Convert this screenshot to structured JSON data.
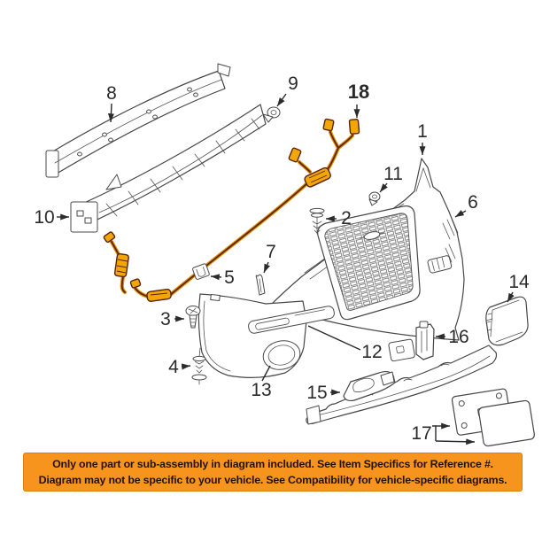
{
  "diagram": {
    "callouts": {
      "n1": "1",
      "n2": "2",
      "n3": "3",
      "n4": "4",
      "n5": "5",
      "n6": "6",
      "n7": "7",
      "n8": "8",
      "n9": "9",
      "n10": "10",
      "n11": "11",
      "n12": "12",
      "n13": "13",
      "n14": "14",
      "n15": "15",
      "n16": "16",
      "n17": "17",
      "n18": "18"
    },
    "banner": {
      "line1": "Only one part or sub-assembly in diagram included. See Item Specifics for Reference #.",
      "line2": "Diagram may not be specific to your vehicle. See Compatibility for vehicle-specific diagrams."
    },
    "colors": {
      "banner_bg": "#F7941E",
      "banner_text": "#241303",
      "line_art": "#474747",
      "harness_wire": "#5E2408",
      "harness_sheath": "#E08E00",
      "harness_connector": "#F2A60A"
    }
  }
}
